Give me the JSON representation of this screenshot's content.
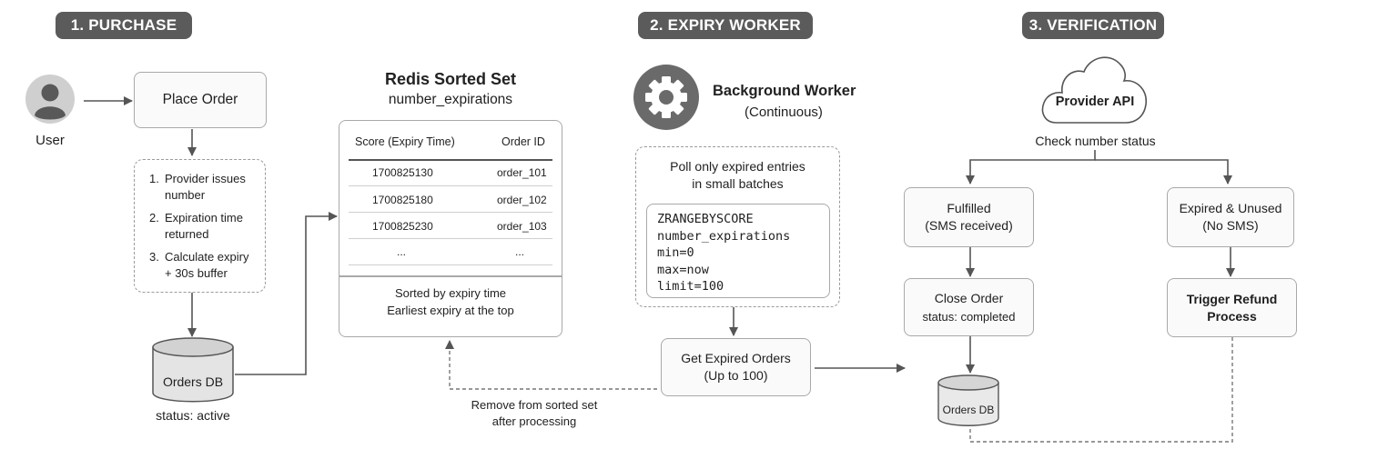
{
  "sections": {
    "purchase": "1. PURCHASE",
    "expiry": "2. EXPIRY WORKER",
    "verification": "3. VERIFICATION"
  },
  "purchase": {
    "user_label": "User",
    "place_order": "Place Order",
    "steps": [
      {
        "num": "1.",
        "text": "Provider issues number"
      },
      {
        "num": "2.",
        "text": "Expiration time returned"
      },
      {
        "num": "3.",
        "text": "Calculate expiry + 30s buffer"
      }
    ],
    "db_label": "Orders DB",
    "db_status": "status: active"
  },
  "redis": {
    "title": "Redis Sorted Set",
    "subtitle": "number_expirations",
    "col_score": "Score (Expiry Time)",
    "col_order": "Order ID",
    "rows": [
      {
        "score": "1700825130",
        "order": "order_101"
      },
      {
        "score": "1700825180",
        "order": "order_102"
      },
      {
        "score": "1700825230",
        "order": "order_103"
      },
      {
        "score": "...",
        "order": "..."
      }
    ],
    "footer_line1": "Sorted by expiry time",
    "footer_line2": "Earliest expiry at the top",
    "remove_line1": "Remove from sorted set",
    "remove_line2": "after processing"
  },
  "worker": {
    "title": "Background Worker",
    "subtitle": "(Continuous)",
    "poll_line1": "Poll only expired entries",
    "poll_line2": "in small batches",
    "code": [
      "ZRANGEBYSCORE",
      "number_expirations",
      "min=0",
      "max=now",
      "limit=100"
    ],
    "get_line1": "Get Expired Orders",
    "get_line2": "(Up to 100)"
  },
  "verification": {
    "provider": "Provider API",
    "check": "Check number status",
    "fulfilled_line1": "Fulfilled",
    "fulfilled_line2": "(SMS received)",
    "expired_line1": "Expired & Unused",
    "expired_line2": "(No SMS)",
    "close_line1": "Close Order",
    "close_line2": "status: completed",
    "refund_line1": "Trigger Refund",
    "refund_line2": "Process",
    "db_label": "Orders DB"
  }
}
